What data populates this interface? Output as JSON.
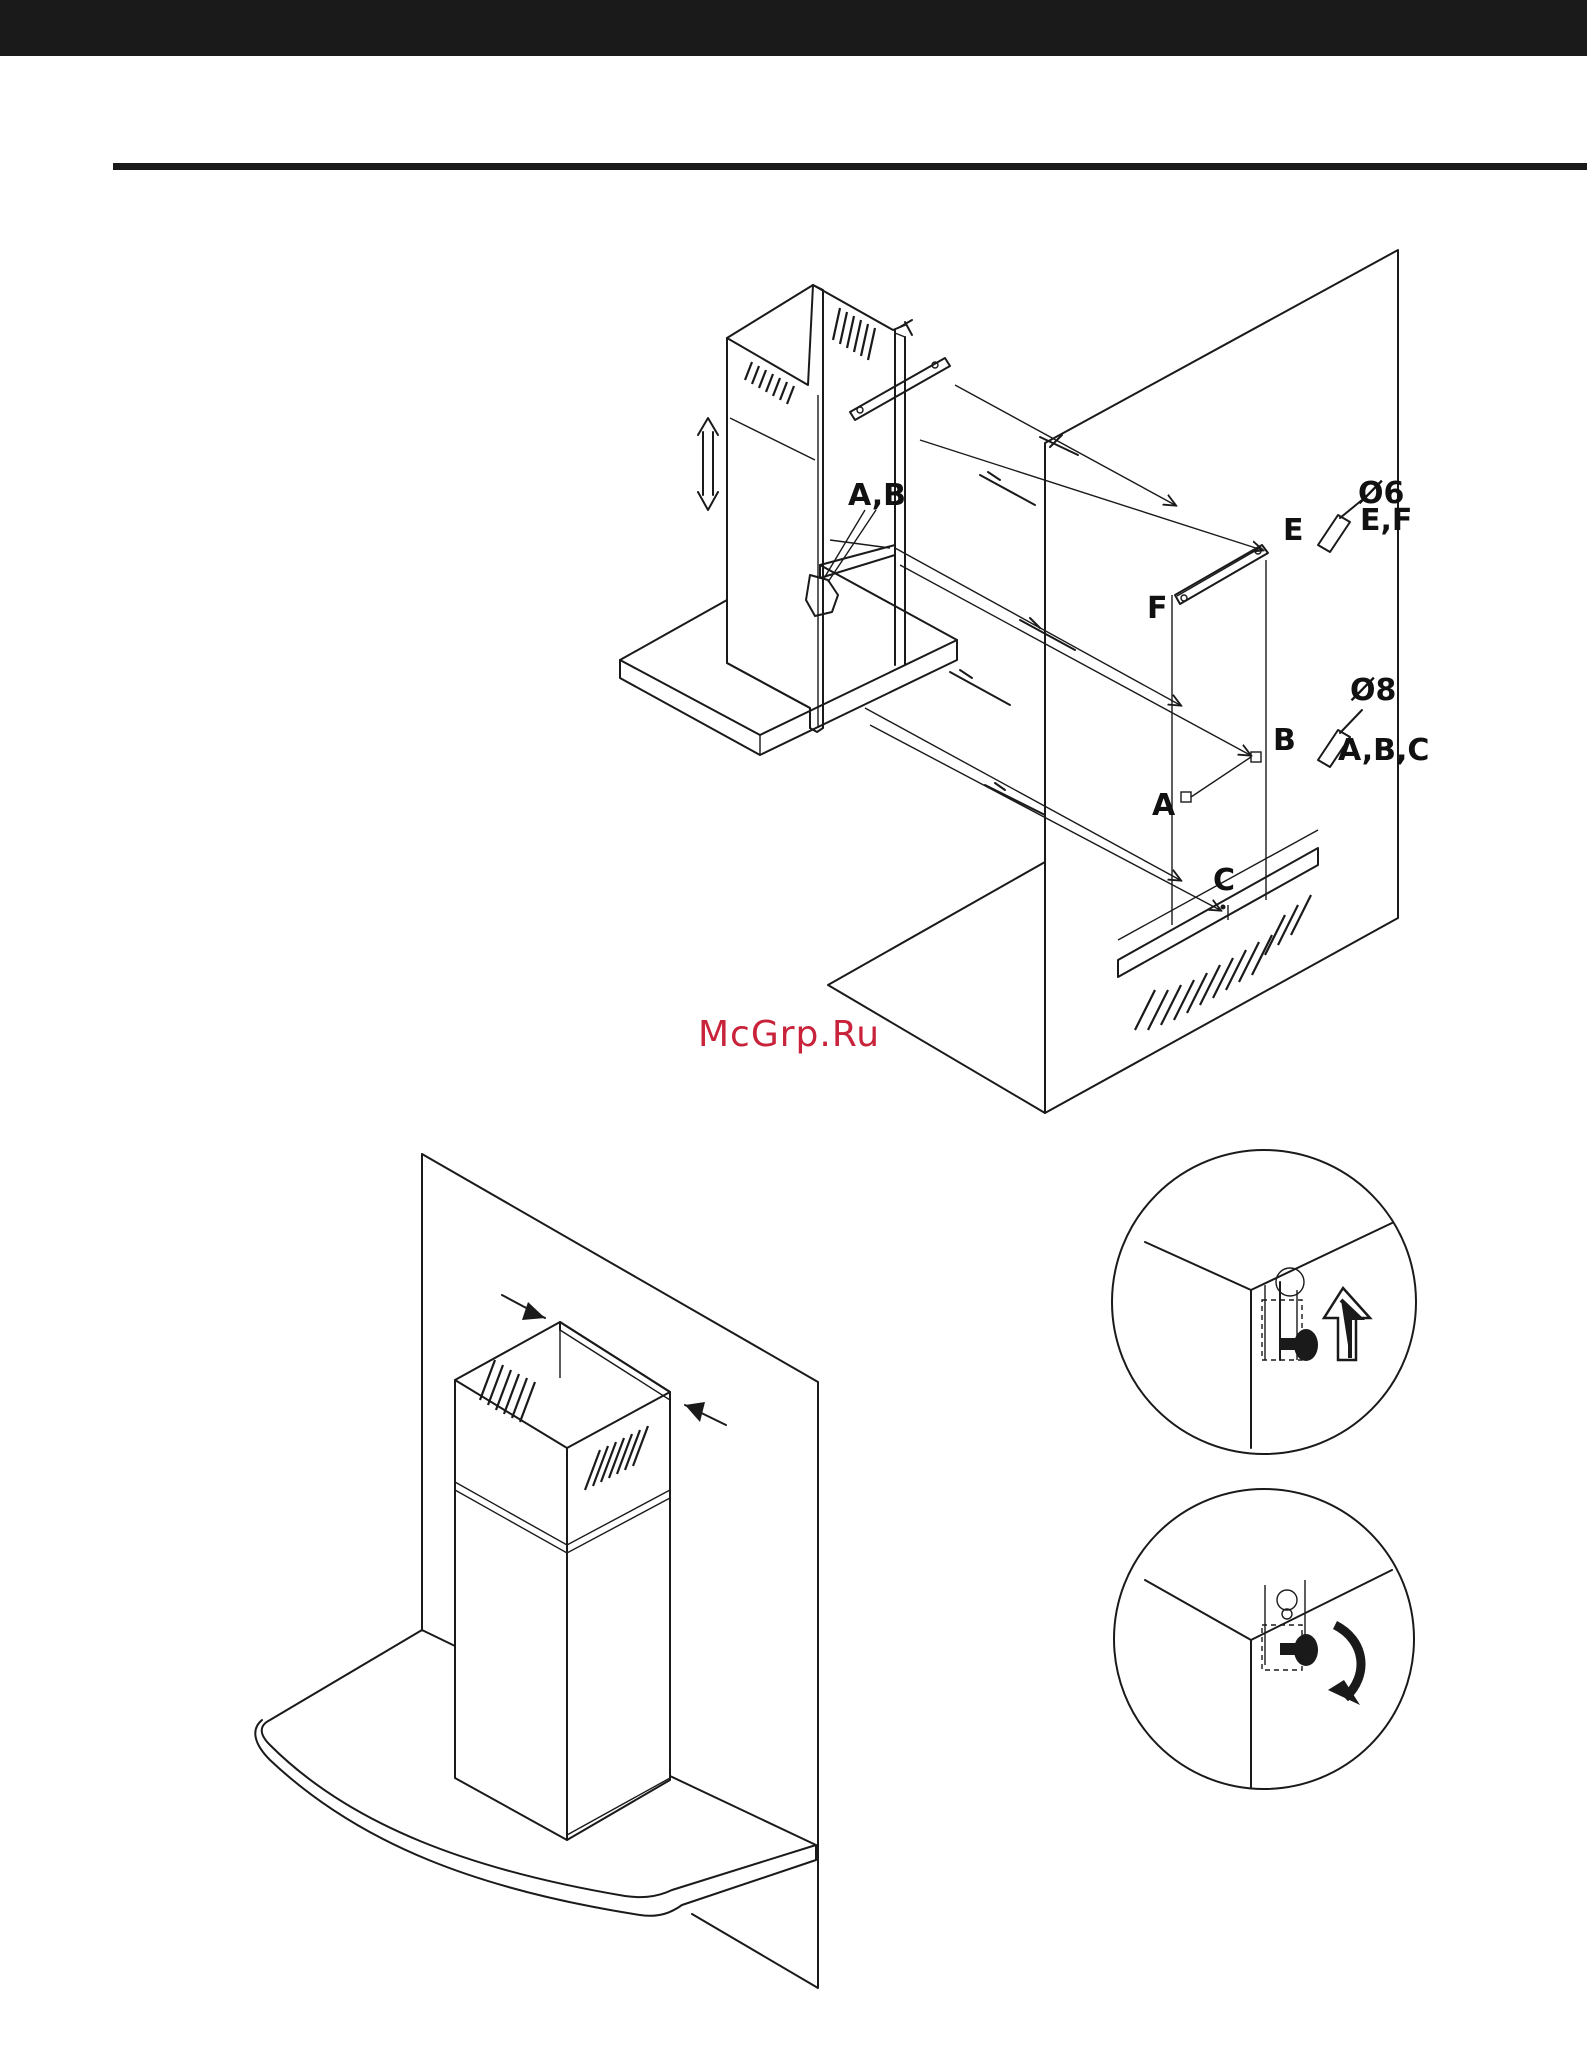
{
  "labels": {
    "ab_top": "A,B",
    "e": "E",
    "f": "F",
    "a": "A",
    "b": "B",
    "c": "C",
    "drill6": "Ø6",
    "drill6_parts": "E,F",
    "drill8": "Ø8",
    "drill8_parts": "A,B,C"
  },
  "watermark": "McGrp.Ru",
  "colors": {
    "ink": "#1a1a1a",
    "watermark": "#c8233a",
    "background": "#ffffff"
  },
  "icons": [
    "up-down-arrow-icon",
    "drill-bit-icon",
    "up-arrow-icon",
    "rotate-arrow-icon",
    "screw-icon"
  ]
}
